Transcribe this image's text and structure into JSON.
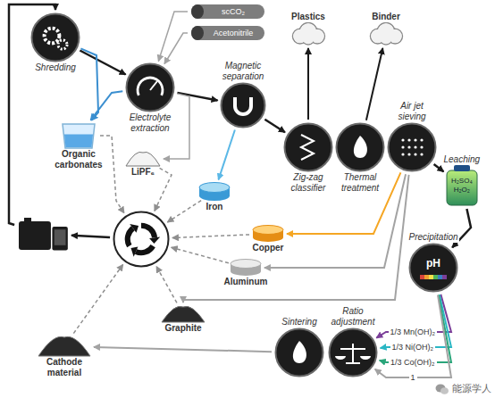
{
  "diagram": {
    "nodes": [
      {
        "text": [
          "Shredding"
        ]
      },
      {
        "text": [
          "Electrolyte extraction"
        ]
      },
      {
        "text": [
          "scCO₂"
        ]
      },
      {
        "text": [
          "Acetonitrile"
        ]
      },
      {
        "text": [
          "Magnetic separation"
        ]
      },
      {
        "text": [
          "Zig-zag classifier"
        ]
      },
      {
        "text": [
          "Thermal treatment"
        ]
      },
      {
        "text": [
          "Air jet sieving"
        ]
      },
      {
        "text": [
          "Plastics"
        ]
      },
      {
        "text": [
          "Binder"
        ]
      },
      {
        "text": [
          "Leaching",
          "H₂SO₄",
          "H₂O₂"
        ]
      },
      {
        "text": [
          "Precipitation",
          "pH"
        ]
      },
      {
        "text": [
          "Ratio adjustment"
        ]
      },
      {
        "text": [
          "Sintering"
        ]
      },
      {
        "text": [
          "Organic carbonates"
        ]
      },
      {
        "text": [
          "LiPF₆"
        ]
      },
      {
        "text": [
          "Iron"
        ]
      },
      {
        "text": [
          "Copper"
        ]
      },
      {
        "text": [
          "Aluminum"
        ]
      },
      {
        "text": [
          "Graphite"
        ]
      },
      {
        "text": [
          "Cathode material"
        ]
      },
      {
        "text": []
      },
      {
        "text": []
      }
    ],
    "edges": [
      {
        "from": 22,
        "to": 0,
        "arrow": "to"
      },
      {
        "from": 0,
        "to": 1,
        "arrow": "to"
      },
      {
        "from": 2,
        "to": 1,
        "arrow": "to"
      },
      {
        "from": 3,
        "to": 1,
        "arrow": "to"
      },
      {
        "from": 1,
        "to": 4,
        "arrow": "to"
      },
      {
        "from": 1,
        "to": 14,
        "arrow": "to"
      },
      {
        "from": 0,
        "to": 14,
        "arrow": "to"
      },
      {
        "from": 1,
        "to": 15,
        "arrow": "to"
      },
      {
        "from": 4,
        "to": 16,
        "arrow": "to"
      },
      {
        "from": 4,
        "to": 5,
        "arrow": "to"
      },
      {
        "from": 5,
        "to": 8,
        "arrow": "to"
      },
      {
        "from": 6,
        "to": 9,
        "arrow": "to"
      },
      {
        "from": 7,
        "to": 10,
        "arrow": "to"
      },
      {
        "from": 10,
        "to": 11,
        "arrow": "to"
      },
      {
        "from": 11,
        "to": 12,
        "label": "1/3 Mn(OH)₂",
        "arrow": "to"
      },
      {
        "from": 11,
        "to": 12,
        "label": "1/3 Ni(OH)₂",
        "arrow": "to"
      },
      {
        "from": 11,
        "to": 12,
        "label": "1/3 Co(OH)₂",
        "arrow": "to"
      },
      {
        "from": 11,
        "to": 12,
        "label": "1",
        "arrow": "to"
      },
      {
        "from": 7,
        "to": 17,
        "arrow": "to"
      },
      {
        "from": 7,
        "to": 18,
        "arrow": "to"
      },
      {
        "from": 7,
        "to": 19,
        "arrow": "to"
      },
      {
        "from": 13,
        "to": 20,
        "arrow": "to"
      },
      {
        "from": 14,
        "to": 21,
        "arrow": "to"
      },
      {
        "from": 15,
        "to": 21,
        "arrow": "to"
      },
      {
        "from": 16,
        "to": 21,
        "arrow": "to"
      },
      {
        "from": 17,
        "to": 21,
        "arrow": "to"
      },
      {
        "from": 18,
        "to": 21,
        "arrow": "to"
      },
      {
        "from": 19,
        "to": 21,
        "arrow": "to"
      },
      {
        "from": 20,
        "to": 21,
        "arrow": "to"
      },
      {
        "from": 21,
        "to": 22,
        "arrow": "to"
      }
    ],
    "labels": [
      "能源学人"
    ]
  }
}
